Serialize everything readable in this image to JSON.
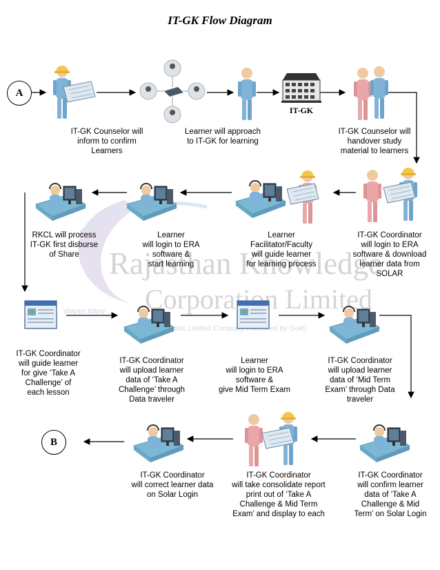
{
  "title": "IT-GK Flow Diagram",
  "watermark": {
    "main": "Rajasthan Knowledge",
    "main2": "Corporation Limited",
    "sub": "(A Public Limited Company Promoted by GoR)",
    "tag": "shapes future"
  },
  "connectors": {
    "start": "A",
    "end": "B"
  },
  "building_label": "IT-GK",
  "colors": {
    "skin": "#f1c9a0",
    "worker": "#7fb3d8",
    "coordinator": "#e9a7a9",
    "helmet": "#f4c64a",
    "desk": "#7cb8d6"
  },
  "steps": [
    {
      "id": "s1",
      "icon": "counselor-blueprint-icon",
      "text": "IT-GK Counselor will\ninform to confirm\nLearners"
    },
    {
      "id": "s2",
      "icon": "network-people-icon",
      "text": "Learner will approach\nto IT-GK for learning"
    },
    {
      "id": "s3",
      "icon": "learner-icon",
      "text": ""
    },
    {
      "id": "s4",
      "icon": "building-icon",
      "text": ""
    },
    {
      "id": "s5",
      "icon": "handshake-icon",
      "text": "IT-GK Counselor will\nhandover study\nmaterial to learners"
    },
    {
      "id": "s6",
      "icon": "coordinator-blueprint-icon",
      "text": "IT-GK Coordinator\nwill login to ERA\nsoftware & download\nlearner data from\nSOLAR"
    },
    {
      "id": "s7",
      "icon": "facilitator-computer-icon",
      "text": "Learner\nFacilitator/Faculty\nwill guide learner\nfor learning process"
    },
    {
      "id": "s8",
      "icon": "learner-computer-icon",
      "text": "Learner\nwill login to ERA\nsoftware &\nstart learning"
    },
    {
      "id": "s9",
      "icon": "rkcl-computer-icon",
      "text": "RKCL will process\nIT-GK first disburse\nof Share"
    },
    {
      "id": "s10",
      "icon": "browser-window-icon",
      "text": "IT-GK Coordinator\nwill guide learner\nfor give ‘Take A\nChallenge’ of\neach lesson"
    },
    {
      "id": "s11",
      "icon": "coordinator-computer-icon",
      "text": "IT-GK Coordinator\nwill upload learner\ndata of ‘Take A\nChallenge’ through\nData traveler"
    },
    {
      "id": "s12",
      "icon": "browser-window-icon",
      "text": "Learner\nwill login to ERA\nsoftware &\ngive Mid Term Exam"
    },
    {
      "id": "s13",
      "icon": "coordinator-computer-icon",
      "text": "IT-GK Coordinator\nwill upload learner\ndata of ‘Mid Term\nExam’ through Data\ntraveler"
    },
    {
      "id": "s14",
      "icon": "coordinator-computer-icon",
      "text": "IT-GK Coordinator\nwill confirm learner\ndata of ‘Take A\nChallenge & Mid\nTerm’ on Solar Login"
    },
    {
      "id": "s15",
      "icon": "report-pair-icon",
      "text": "IT-GK Coordinator\nwill take consolidate report\nprint out of ‘Take A\nChallenge & Mid Term\nExam’ and display to each"
    },
    {
      "id": "s16",
      "icon": "coordinator-computer-icon",
      "text": "IT-GK Coordinator\nwill correct learner data\non Solar Login"
    }
  ]
}
